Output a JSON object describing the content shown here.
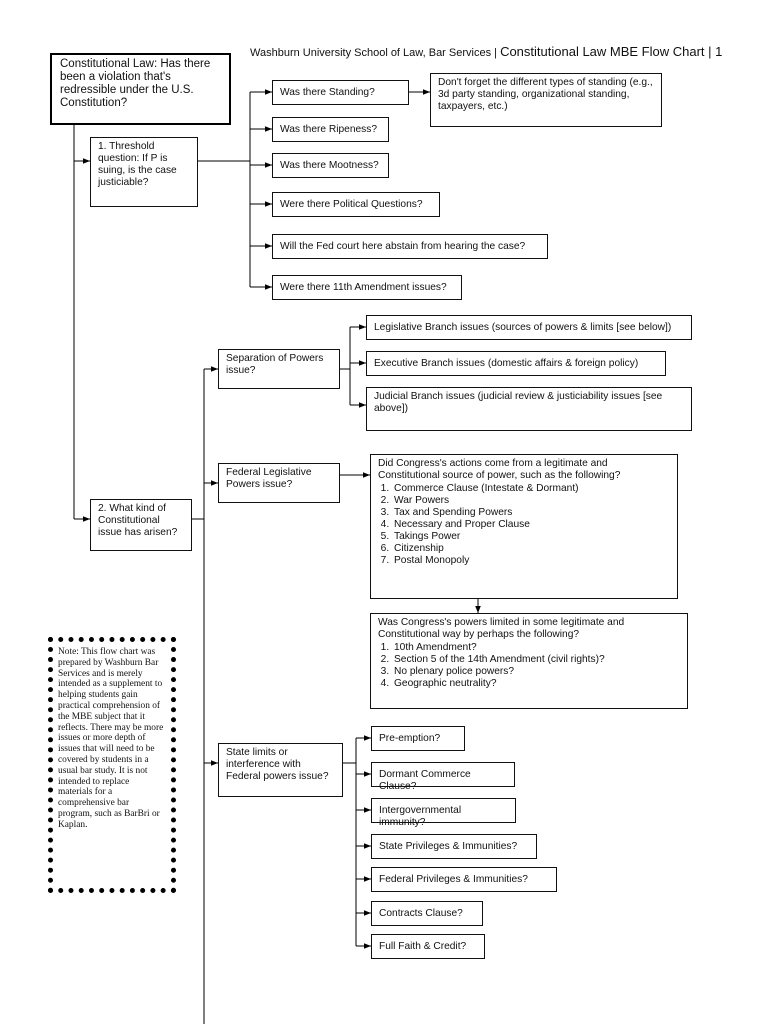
{
  "header": {
    "school": "Washburn University School of Law, Bar Services |",
    "title": "Constitutional Law MBE Flow Chart | 1"
  },
  "root": "Constitutional Law:  Has there been a violation that's redressible under the U.S. Constitution?",
  "threshold": {
    "question": "1.  Threshold question:  If P is suing, is the case justiciable?",
    "items": [
      "Was there Standing?",
      "Was there Ripeness?",
      "Was there Mootness?",
      "Were there Political Questions?",
      "Will the Fed court here abstain from hearing the case?",
      "Were there 11th Amendment issues?"
    ],
    "standing_note": "Don't forget the different types of standing (e.g., 3d party standing, organizational standing, taxpayers, etc.)"
  },
  "issue": {
    "question": "2.  What kind of Constitutional issue has arisen?"
  },
  "separation": {
    "label": "Separation of Powers issue?",
    "items": [
      "Legislative Branch issues (sources of powers & limits [see below])",
      "Executive Branch issues (domestic affairs & foreign policy)",
      "Judicial Branch issues (judicial review & justiciability issues [see above])"
    ]
  },
  "federal": {
    "label": "Federal Legislative Powers issue?",
    "sources_intro": "Did Congress's actions come from a legitimate and Constitutional source of power, such as the following?",
    "sources": [
      "Commerce Clause (Intestate & Dormant)",
      "War Powers",
      "Tax and Spending Powers",
      "Necessary and Proper Clause",
      "Takings Power",
      "Citizenship",
      "Postal Monopoly"
    ],
    "limits_intro": "Was Congress's powers limited in some legitimate and Constitutional way by perhaps the following?",
    "limits": [
      "10th Amendment?",
      "Section 5 of the 14th Amendment (civil rights)?",
      "No plenary police powers?",
      "Geographic neutrality?"
    ]
  },
  "state": {
    "label": "State limits or interference with Federal powers issue?",
    "items": [
      "Pre-emption?",
      "Dormant Commerce Clause?",
      "Intergovernmental immunity?",
      "State Privileges & Immunities?",
      "Federal Privileges & Immunities?",
      "Contracts Clause?",
      "Full Faith & Credit?"
    ]
  },
  "note": "Note:  This flow chart was prepared by Washburn Bar Services and is merely intended as a supplement to helping students  gain practical comprehension of the MBE subject that it reflects.  There may be more issues or more depth of issues that will need to be covered by students in a usual bar study.  It is not intended to replace materials for a comprehensive bar program, such as BarBri or Kaplan."
}
